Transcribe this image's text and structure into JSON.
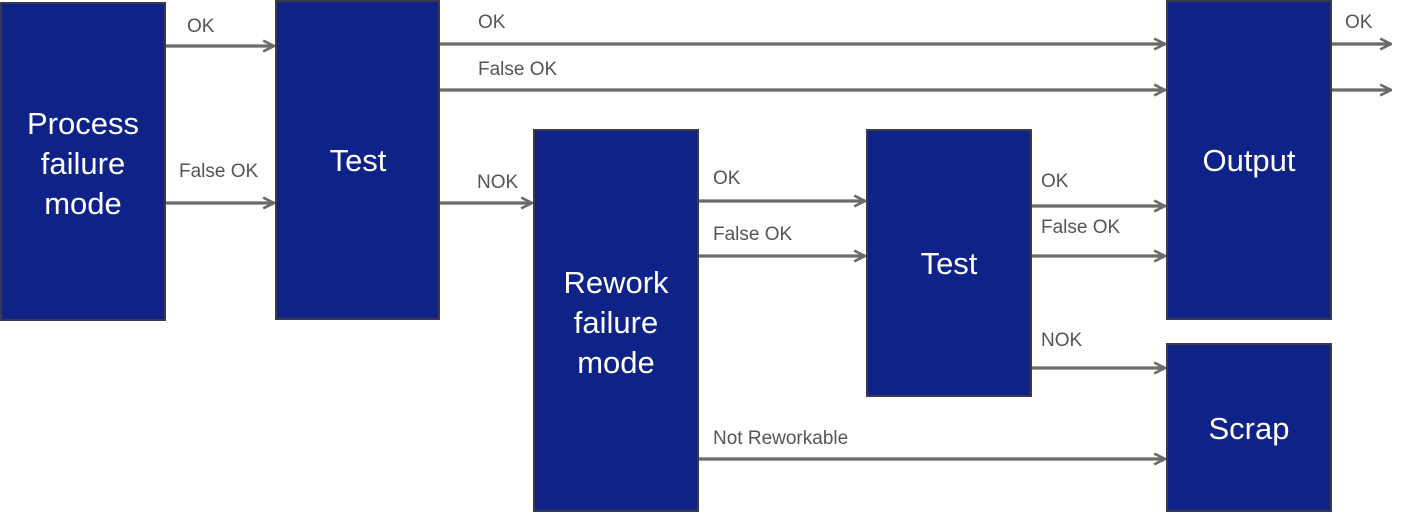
{
  "diagram": {
    "colors": {
      "box_fill": "#0E2288",
      "box_text": "#FFFFFF",
      "arrow": "#6B6B6B",
      "label": "#555555"
    },
    "nodes": {
      "process": {
        "lines": [
          "Process",
          "failure",
          "mode"
        ]
      },
      "test1": {
        "lines": [
          "Test"
        ]
      },
      "rework": {
        "lines": [
          "Rework",
          "failure",
          "mode"
        ]
      },
      "test2": {
        "lines": [
          "Test"
        ]
      },
      "output": {
        "lines": [
          "Output"
        ]
      },
      "scrap": {
        "lines": [
          "Scrap"
        ]
      }
    },
    "edges": {
      "process_ok": {
        "from": "process",
        "to": "test1",
        "label": "OK"
      },
      "process_false_ok": {
        "from": "process",
        "to": "test1",
        "label": "False OK"
      },
      "test1_ok": {
        "from": "test1",
        "to": "output",
        "label": "OK"
      },
      "test1_false_ok": {
        "from": "test1",
        "to": "output",
        "label": "False OK"
      },
      "test1_nok": {
        "from": "test1",
        "to": "rework",
        "label": "NOK"
      },
      "rework_ok": {
        "from": "rework",
        "to": "test2",
        "label": "OK"
      },
      "rework_false_ok": {
        "from": "rework",
        "to": "test2",
        "label": "False OK"
      },
      "rework_not_reworkable": {
        "from": "rework",
        "to": "scrap",
        "label": "Not Reworkable"
      },
      "test2_ok": {
        "from": "test2",
        "to": "output",
        "label": "OK"
      },
      "test2_false_ok": {
        "from": "test2",
        "to": "output",
        "label": "False OK"
      },
      "test2_nok": {
        "from": "test2",
        "to": "scrap",
        "label": "NOK"
      },
      "output_ok": {
        "from": "output",
        "to": "",
        "label": "OK"
      },
      "output_second": {
        "from": "output",
        "to": "",
        "label": ""
      }
    }
  }
}
